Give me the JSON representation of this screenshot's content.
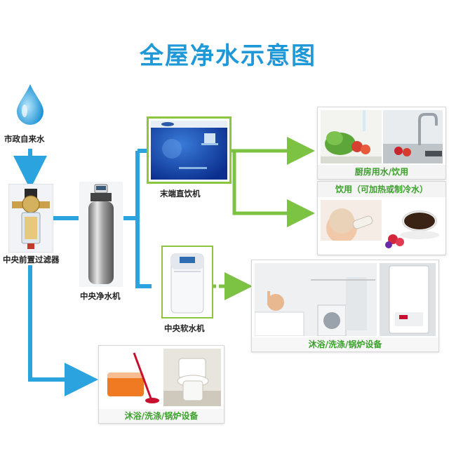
{
  "title": "全屋净水示意图",
  "nodes": {
    "municipal": "市政自来水",
    "prefilter": "中央前置过滤器",
    "central_purifier": "中央净水机",
    "terminal_dispenser": "末端直饮机",
    "softener": "中央软水机"
  },
  "outputs": {
    "kitchen": "厨房用水/饮用",
    "drinking": "饮用（可加热或制冷水）",
    "bath_soft": "沐浴/洗涤/锅炉设备",
    "bath_pre": "沐浴/洗涤/锅炉设备"
  },
  "colors": {
    "title": "#1e98d6",
    "blue_flow": "#2aa3df",
    "green_flow": "#7cc243",
    "caption_green": "#3aa12a"
  }
}
